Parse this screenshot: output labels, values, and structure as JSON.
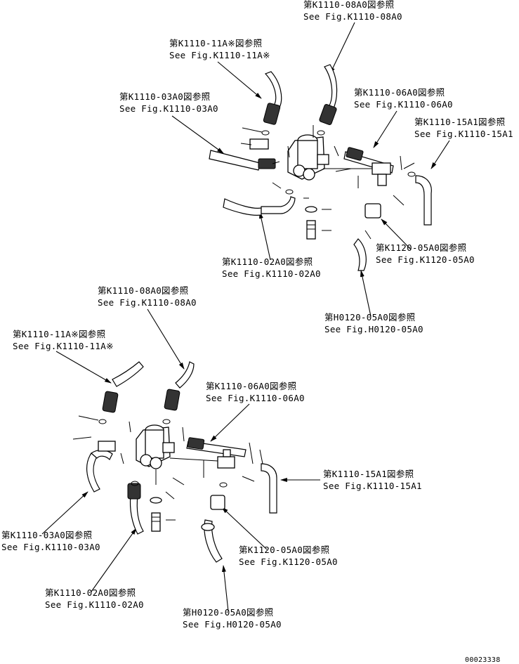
{
  "drawing_number": "00023338",
  "top_view": {
    "callouts": [
      {
        "id": "t-k1110-08a0",
        "ja": "第K1110-08A0図参照",
        "en": "See Fig.K1110-08A0"
      },
      {
        "id": "t-k1110-11a",
        "ja": "第K1110-11A※図参照",
        "en": "See Fig.K1110-11A※"
      },
      {
        "id": "t-k1110-03a0",
        "ja": "第K1110-03A0図参照",
        "en": "See Fig.K1110-03A0"
      },
      {
        "id": "t-k1110-06a0",
        "ja": "第K1110-06A0図参照",
        "en": "See Fig.K1110-06A0"
      },
      {
        "id": "t-k1110-15a1",
        "ja": "第K1110-15A1図参照",
        "en": "See Fig.K1110-15A1"
      },
      {
        "id": "t-k1110-02a0",
        "ja": "第K1110-02A0図参照",
        "en": "See Fig.K1110-02A0"
      },
      {
        "id": "t-k1120-05a0",
        "ja": "第K1120-05A0図参照",
        "en": "See Fig.K1120-05A0"
      },
      {
        "id": "t-h0120-05a0",
        "ja": "第H0120-05A0図参照",
        "en": "See Fig.H0120-05A0"
      }
    ]
  },
  "bottom_view": {
    "callouts": [
      {
        "id": "b-k1110-08a0",
        "ja": "第K1110-08A0図参照",
        "en": "See Fig.K1110-08A0"
      },
      {
        "id": "b-k1110-11a",
        "ja": "第K1110-11A※図参照",
        "en": "See Fig.K1110-11A※"
      },
      {
        "id": "b-k1110-06a0",
        "ja": "第K1110-06A0図参照",
        "en": "See Fig.K1110-06A0"
      },
      {
        "id": "b-k1110-15a1",
        "ja": "第K1110-15A1図参照",
        "en": "See Fig.K1110-15A1"
      },
      {
        "id": "b-k1110-03a0",
        "ja": "第K1110-03A0図参照",
        "en": "See Fig.K1110-03A0"
      },
      {
        "id": "b-k1120-05a0",
        "ja": "第K1120-05A0図参照",
        "en": "See Fig.K1120-05A0"
      },
      {
        "id": "b-k1110-02a0",
        "ja": "第K1110-02A0図参照",
        "en": "See Fig.K1110-02A0"
      },
      {
        "id": "b-h0120-05a0",
        "ja": "第H0120-05A0図参照",
        "en": "See Fig.H0120-05A0"
      }
    ]
  }
}
